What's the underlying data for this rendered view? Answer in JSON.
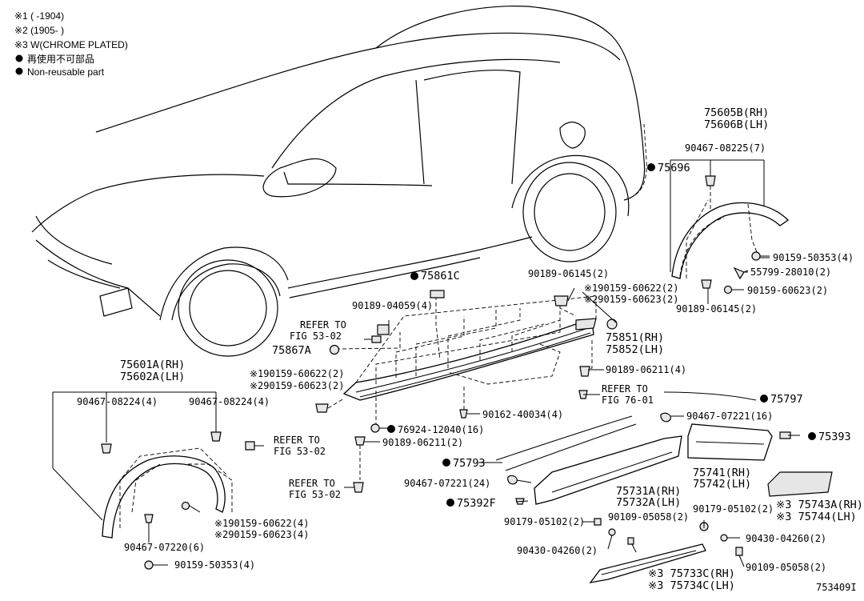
{
  "legend": {
    "note1": "※1 (      -1904)",
    "note2": "※2 (1905-      )",
    "note3": "※3 W(CHROME PLATED)",
    "nonreuse_jp": "再使用不可部品",
    "nonreuse_en": "Non-reusable part"
  },
  "figure_id": "753409I",
  "labels": {
    "p75605B": "75605B(RH)",
    "p75606B": "75606B(LH)",
    "p90467_08225": "90467-08225(7)",
    "p75696": "75696",
    "p90159_50353_4": "90159-50353(4)",
    "p55799_28010": "55799-28010(2)",
    "p90159_60623_2r": "90159-60623(2)",
    "p90189_06145_2b": "90189-06145(2)",
    "p90189_06145_2a": "90189-06145(2)",
    "p190159_60622_2a": "※190159-60622(2)",
    "p290159_60623_2a": "※290159-60623(2)",
    "p75861C": "75861C",
    "p90189_04059": "90189-04059(4)",
    "refer_to_1": "REFER TO",
    "fig53_02_1": "FIG 53-02",
    "p75867A": "75867A",
    "p75851": "75851(RH)",
    "p75852": "75852(LH)",
    "p190159_60622_2b": "※190159-60622(2)",
    "p290159_60623_2b": "※290159-60623(2)",
    "p90189_06211_4": "90189-06211(4)",
    "refer_to_2": "REFER TO",
    "fig76_01": "FIG 76-01",
    "p75797": "75797",
    "p90162_40034": "90162-40034(4)",
    "p76924_12040": "76924-12040(16)",
    "p90189_06211_2": "90189-06211(2)",
    "p90467_07221_16": "90467-07221(16)",
    "p75393": "75393",
    "p75601A": "75601A(RH)",
    "p75602A": "75602A(LH)",
    "p90467_08224_4a": "90467-08224(4)",
    "p90467_08224_4b": "90467-08224(4)",
    "refer_to_3": "REFER TO",
    "fig53_02_3": "FIG 53-02",
    "p75793": "75793",
    "p75741": "75741(RH)",
    "p75742": "75742(LH)",
    "refer_to_4": "REFER TO",
    "fig53_02_4": "FIG 53-02",
    "p90467_07221_24": "90467-07221(24)",
    "p75731A": "75731A(RH)",
    "p75732A": "75732A(LH)",
    "p75743A": "※3 75743A(RH)",
    "p75744": "※3 75744(LH)",
    "p75392F": "75392F",
    "p90179_05102_2a": "90179-05102(2)",
    "p90109_05058_2a": "90109-05058(2)",
    "p90179_05102_2b": "90179-05102(2)",
    "p190159_60622_4": "※190159-60622(4)",
    "p290159_60623_4": "※290159-60623(4)",
    "p90430_04260_2a": "90430-04260(2)",
    "p90430_04260_2b": "90430-04260(2)",
    "p90467_07220": "90467-07220(6)",
    "p90109_05058_2b": "90109-05058(2)",
    "p90159_50353_4b": "90159-50353(4)",
    "p75733C": "※3 75733C(RH)",
    "p75734C": "※3 75734C(LH)"
  }
}
